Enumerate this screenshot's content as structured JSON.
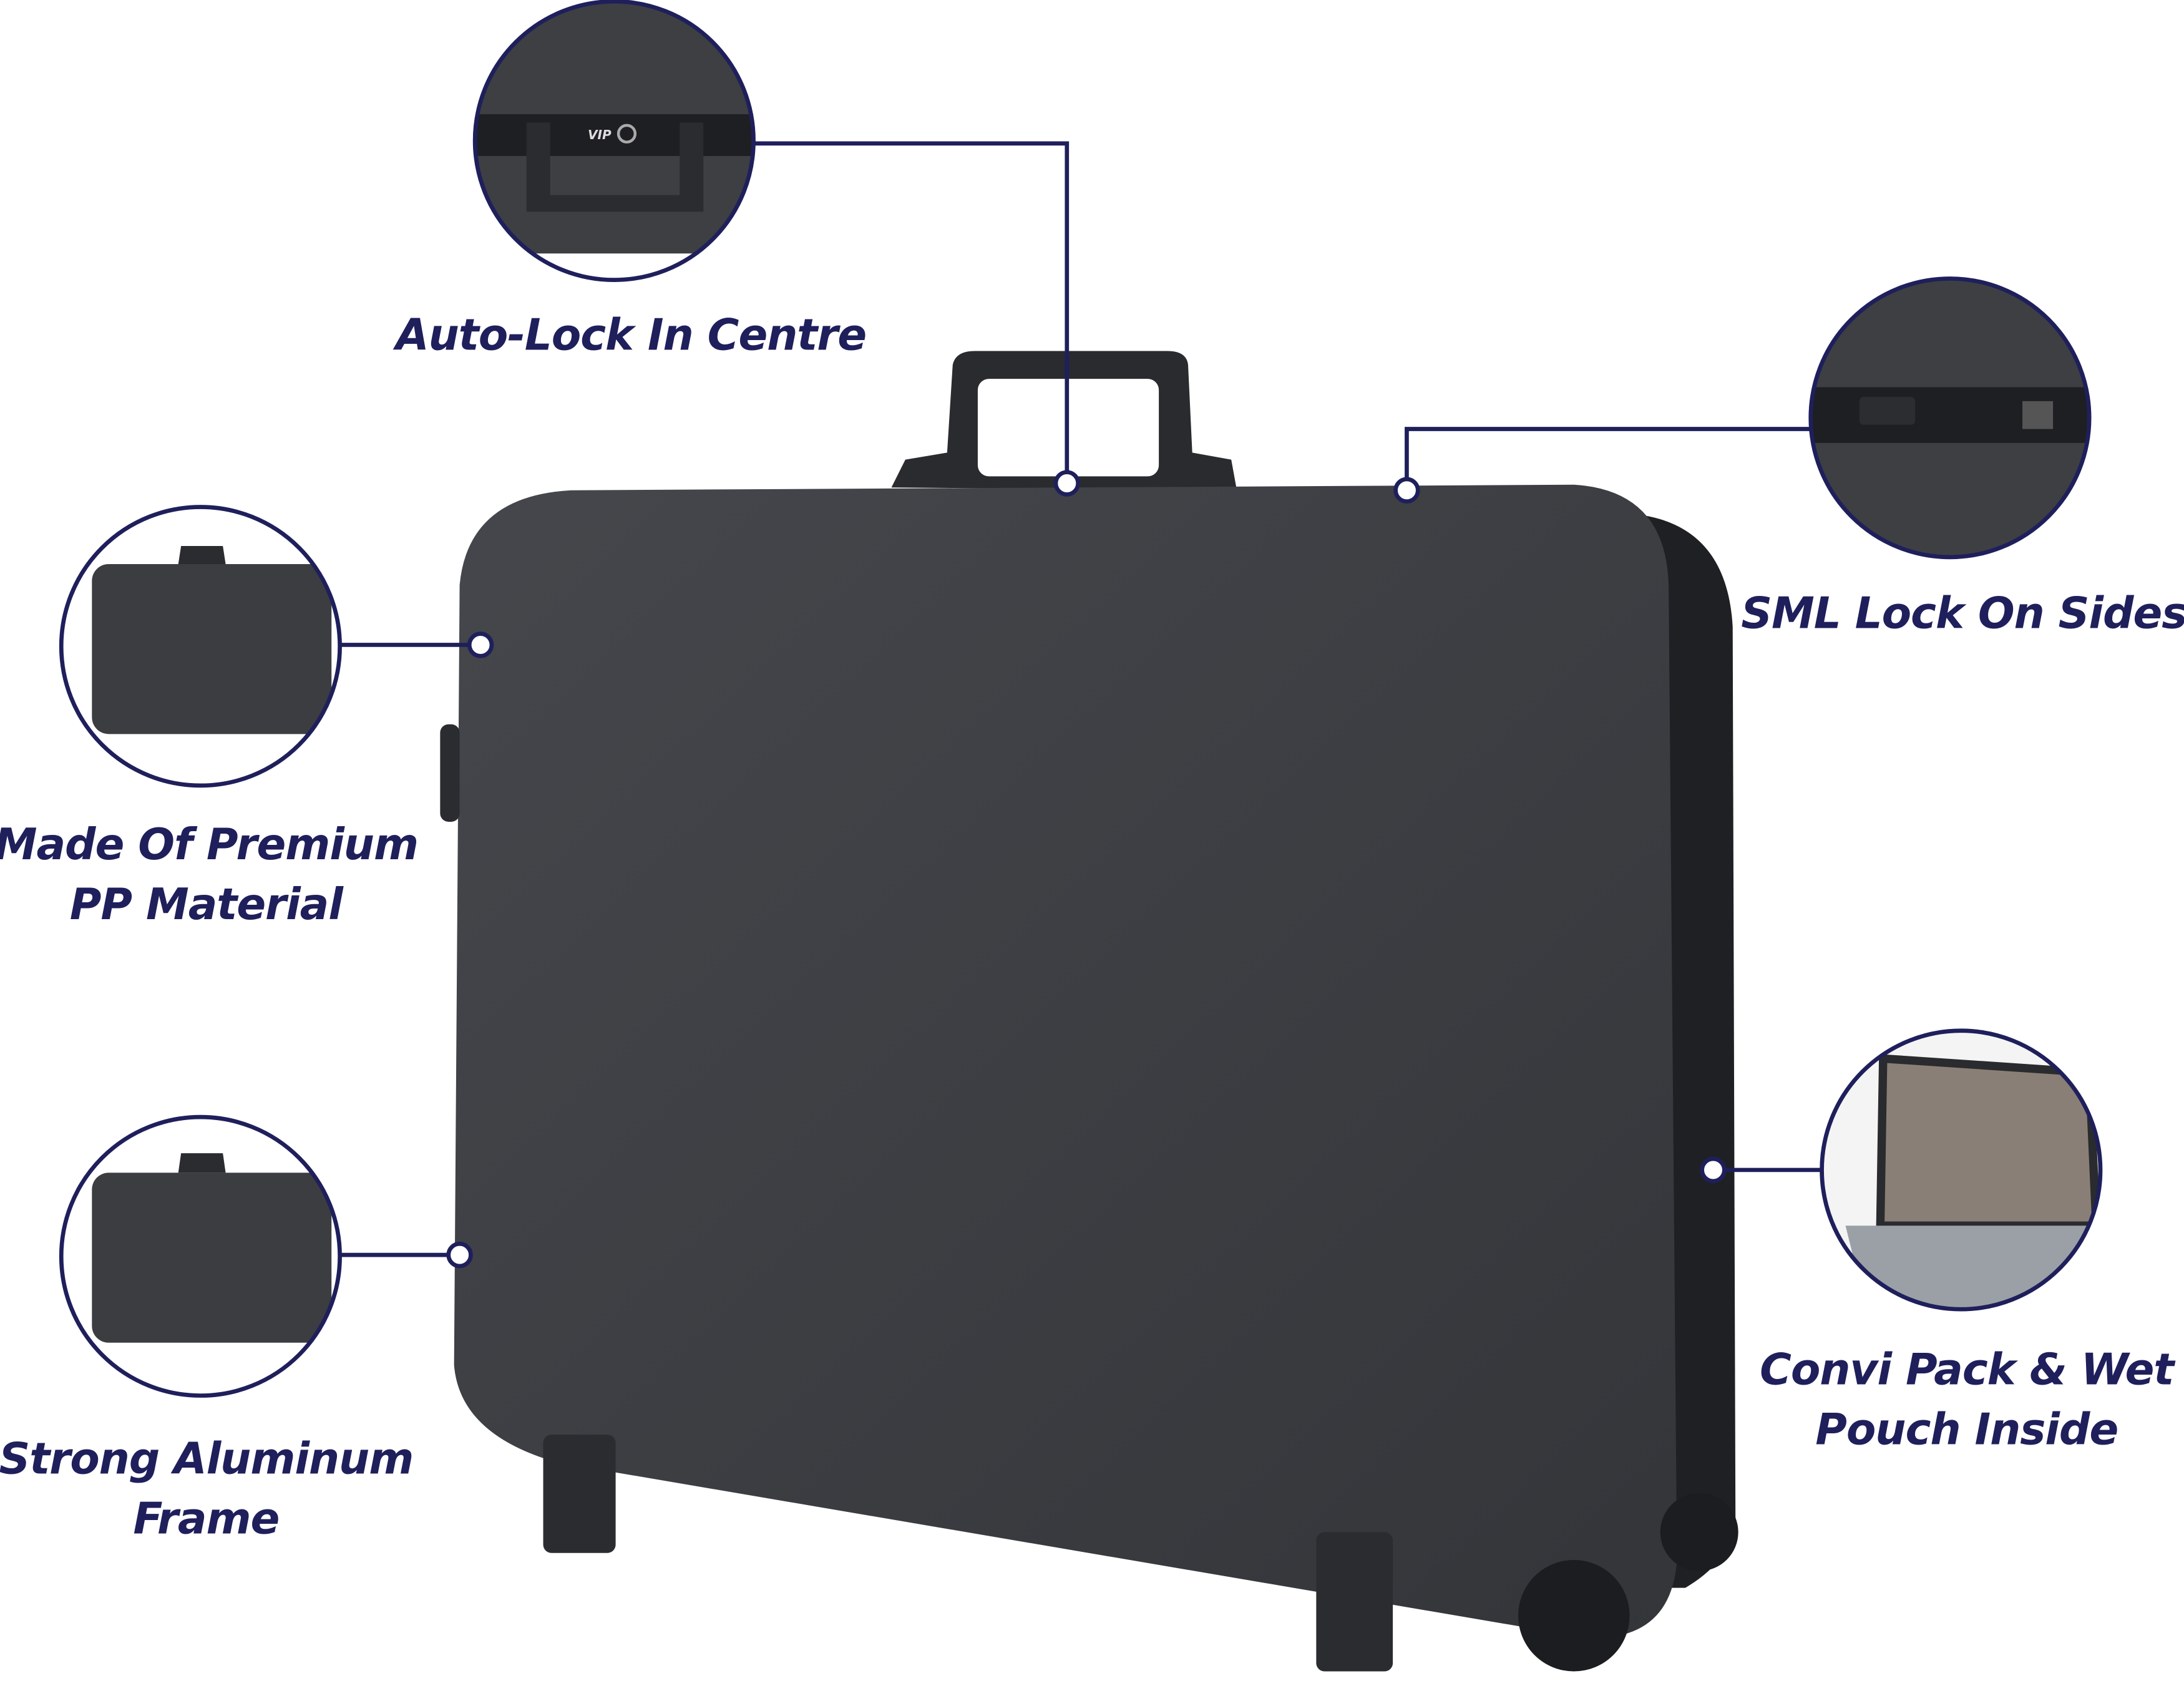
{
  "brand_logo_text": "VIP",
  "colors": {
    "accent": "#1f1f5c",
    "case": "#3a3c40",
    "case_dark": "#222326",
    "lining": "#8a7f76"
  },
  "features": [
    {
      "id": "auto-lock",
      "lines": [
        "Auto-Lock In Centre"
      ]
    },
    {
      "id": "sml-lock",
      "lines": [
        "SML Lock On Sides"
      ]
    },
    {
      "id": "material",
      "lines": [
        "Made Of Premium",
        "PP Material"
      ]
    },
    {
      "id": "frame",
      "lines": [
        "Strong Aluminum",
        "Frame"
      ]
    },
    {
      "id": "convi-pack",
      "lines": [
        "Convi Pack & Wet",
        "Pouch Inside"
      ]
    }
  ]
}
